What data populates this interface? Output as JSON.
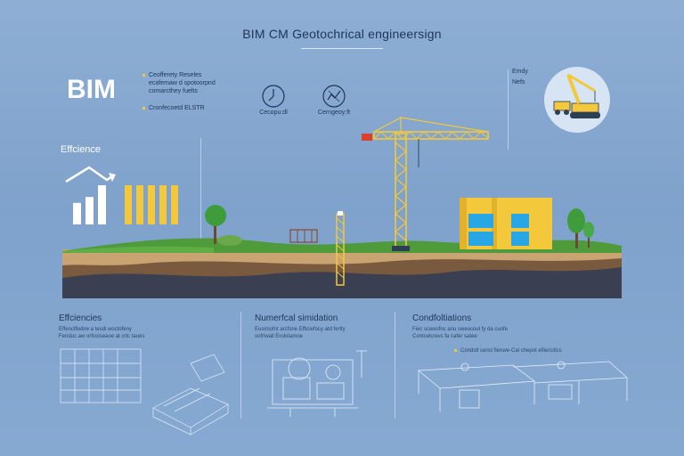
{
  "header": {
    "title": "BIM CM Geotochrical engineersign"
  },
  "bim_block": {
    "logo_text": "BIM",
    "bullets": [
      "Ceofferety Reseles",
      "ecafemaw d spotoorpnd",
      "comarcthey fuelts",
      "Cronfecoetd ELSTR"
    ],
    "icons": [
      {
        "icon": "clock-icon",
        "caption": "Cecopu:dl"
      },
      {
        "icon": "analysis-icon",
        "caption": "Cerngeoy:ft"
      }
    ]
  },
  "efficiency_block": {
    "title": "Effcience",
    "bar_values_white": [
      0.55,
      0.7,
      1.0
    ],
    "bar_values_yellow": [
      1.0,
      1.0,
      1.0,
      1.0,
      1.0
    ]
  },
  "top_right": {
    "labels": [
      "Emdy",
      "Nefs"
    ],
    "icon": "crane-truck-icon"
  },
  "sections": [
    {
      "title": "Effciencies",
      "desc": [
        "Effenclfiwtire a tesdl woctofeny",
        "Fenduc aw orfcoiseaoe at crtc taues"
      ]
    },
    {
      "title": "Numerfcal simidation",
      "desc": [
        "Eusirsofnt arcfsne Efficiefocy atd ferlty",
        "sofriwall Erolotamoe"
      ]
    },
    {
      "title": "Condfoltiations",
      "desc": [
        "Feic scwesfnc anu sweocoul fy da cunfe",
        "Contcelcrevs fa cafer satee"
      ],
      "bullet": "Condstl cerisl flenwe-Cal chepot efiiercitics"
    }
  ],
  "colors": {
    "background": "#86a9d2",
    "accent_yellow": "#f3c83a",
    "grass": "#4f9a3a",
    "soil_light": "#c9a472",
    "soil_dark": "#3b3f52",
    "building_window": "#29a6e6"
  }
}
